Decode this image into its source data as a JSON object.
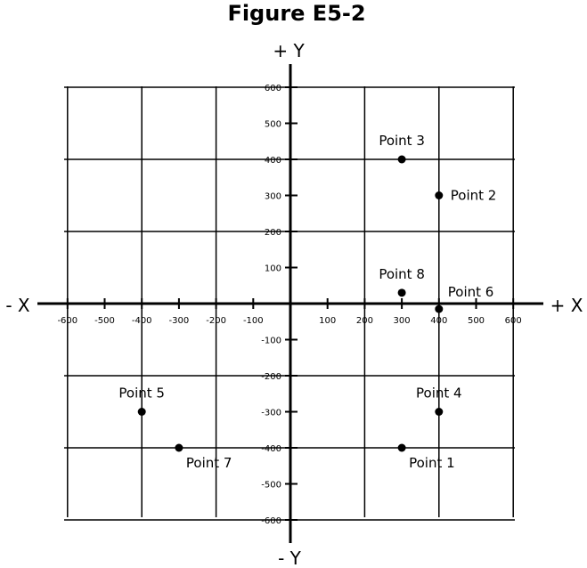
{
  "chart_data": {
    "type": "scatter",
    "title": "Figure E5-2",
    "axis_labels": {
      "x_positive": "+ X",
      "x_negative": "- X",
      "y_positive": "+ Y",
      "y_negative": "- Y"
    },
    "xlim": [
      -600,
      600
    ],
    "ylim": [
      -600,
      600
    ],
    "grid": true,
    "grid_step": 200,
    "x_ticks": [
      "-600",
      "-500",
      "-400",
      "-300",
      "-200",
      "-100",
      "100",
      "200",
      "300",
      "400",
      "500",
      "600"
    ],
    "x_tick_values": [
      -600,
      -500,
      -400,
      -300,
      -200,
      -100,
      100,
      200,
      300,
      400,
      500,
      600
    ],
    "y_ticks": [
      "600",
      "500",
      "400",
      "300",
      "200",
      "100",
      "-100",
      "-200",
      "-300",
      "-400",
      "-500",
      "-600"
    ],
    "y_tick_values": [
      600,
      500,
      400,
      300,
      200,
      100,
      -100,
      -200,
      -300,
      -400,
      -500,
      -600
    ],
    "points": [
      {
        "label": "Point 1",
        "x": 300,
        "y": -400,
        "label_pos": "below-right"
      },
      {
        "label": "Point 2",
        "x": 400,
        "y": 300,
        "label_pos": "right"
      },
      {
        "label": "Point 3",
        "x": 300,
        "y": 400,
        "label_pos": "above"
      },
      {
        "label": "Point 4",
        "x": 400,
        "y": -300,
        "label_pos": "above"
      },
      {
        "label": "Point 5",
        "x": -400,
        "y": -300,
        "label_pos": "above"
      },
      {
        "label": "Point 6",
        "x": 400,
        "y": -15,
        "label_pos": "above-right"
      },
      {
        "label": "Point 7",
        "x": -300,
        "y": -400,
        "label_pos": "below-right"
      },
      {
        "label": "Point 8",
        "x": 300,
        "y": 30,
        "label_pos": "above"
      }
    ]
  }
}
